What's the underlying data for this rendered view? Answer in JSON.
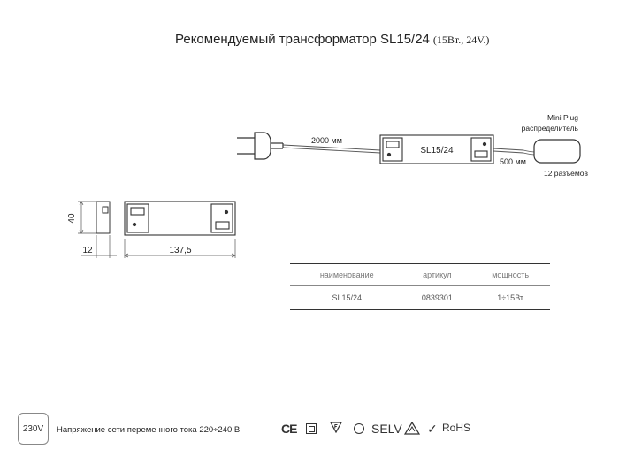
{
  "title": {
    "main": "Рекомендуемый трансформатор SL15/24",
    "sub": "(15Вт., 24V.)"
  },
  "wiring": {
    "cable_length": "2000 мм",
    "device_label": "SL15/24",
    "output_length": "500 мм",
    "splitter_name": "Mini Plug",
    "splitter_desc": "распределитель",
    "connectors": "12 разъемов"
  },
  "dimensions": {
    "height": "40",
    "depth": "12",
    "length": "137,5"
  },
  "table": {
    "headers": [
      "наименование",
      "артикул",
      "мощность"
    ],
    "rows": [
      [
        "SL15/24",
        "0839301",
        "1÷15Вт"
      ]
    ]
  },
  "footer": {
    "voltage_badge": "230V",
    "voltage_text": "Напряжение сети переменного тока 220÷240 В",
    "certs": [
      "CE",
      "SELV",
      "RoHS"
    ]
  }
}
